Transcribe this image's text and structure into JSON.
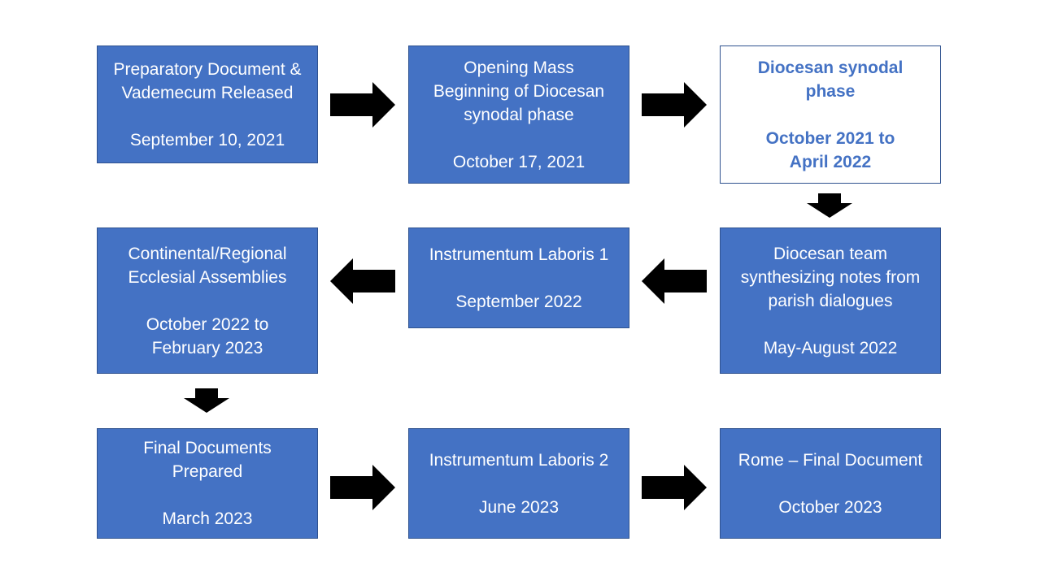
{
  "boxes": {
    "preparatory": {
      "lines": [
        "Preparatory Document &",
        "Vademecum Released"
      ],
      "date": "September 10, 2021"
    },
    "opening_mass": {
      "lines": [
        "Opening Mass",
        "Beginning of Diocesan",
        "synodal phase"
      ],
      "date": "October 17, 2021"
    },
    "diocesan_phase": {
      "lines": [
        "Diocesan synodal",
        "phase"
      ],
      "date_lines": [
        "October 2021 to",
        "April 2022"
      ]
    },
    "continental": {
      "lines": [
        "Continental/Regional",
        "Ecclesial Assemblies"
      ],
      "date_lines": [
        "October 2022 to",
        "February 2023"
      ]
    },
    "instrumentum_1": {
      "lines": [
        "Instrumentum Laboris 1"
      ],
      "date": "September 2022"
    },
    "diocesan_team": {
      "lines": [
        "Diocesan team",
        "synthesizing notes from",
        "parish dialogues"
      ],
      "date": "May-August 2022"
    },
    "final_documents": {
      "lines": [
        "Final Documents",
        "Prepared"
      ],
      "date": "March 2023"
    },
    "instrumentum_2": {
      "lines": [
        "Instrumentum Laboris 2"
      ],
      "date": "June 2023"
    },
    "rome_final": {
      "lines": [
        "Rome – Final Document"
      ],
      "date": "October 2023"
    }
  },
  "colors": {
    "box_fill": "#4472c4",
    "box_border": "#2f528f",
    "box_text": "#ffffff",
    "highlight_fill": "#ffffff",
    "highlight_text": "#4472c4",
    "arrow": "#000000",
    "background": "#ffffff"
  }
}
